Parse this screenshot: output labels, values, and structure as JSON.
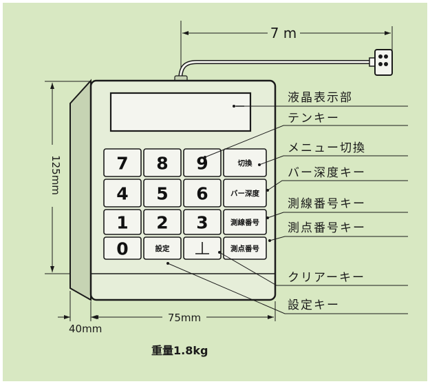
{
  "colors": {
    "background": "#d8e8c2",
    "device_body": "#e6eed9",
    "device_side": "#c6d3b3",
    "key_face": "#f4f5ef",
    "line": "#1a1a1a"
  },
  "dimensions": {
    "cable_length": "7 m",
    "height": "125mm",
    "depth": "40mm",
    "width": "75mm"
  },
  "keypad": {
    "rows": [
      [
        "7",
        "8",
        "9",
        "切換"
      ],
      [
        "4",
        "5",
        "6",
        "バー深度"
      ],
      [
        "1",
        "2",
        "3",
        "測線番号"
      ],
      [
        "0",
        "設定",
        "clear-symbol",
        "測点番号"
      ]
    ]
  },
  "callouts": {
    "lcd": "液晶表示部",
    "numeric_keys": "テンキー",
    "menu_switch": "メニュー切換",
    "bar_depth_key": "バー深度キー",
    "survey_line_key": "測線番号キー",
    "survey_point_key": "測点番号キー",
    "clear_key": "クリアーキー",
    "set_key": "設定キー"
  },
  "weight": "重量1.8kg"
}
